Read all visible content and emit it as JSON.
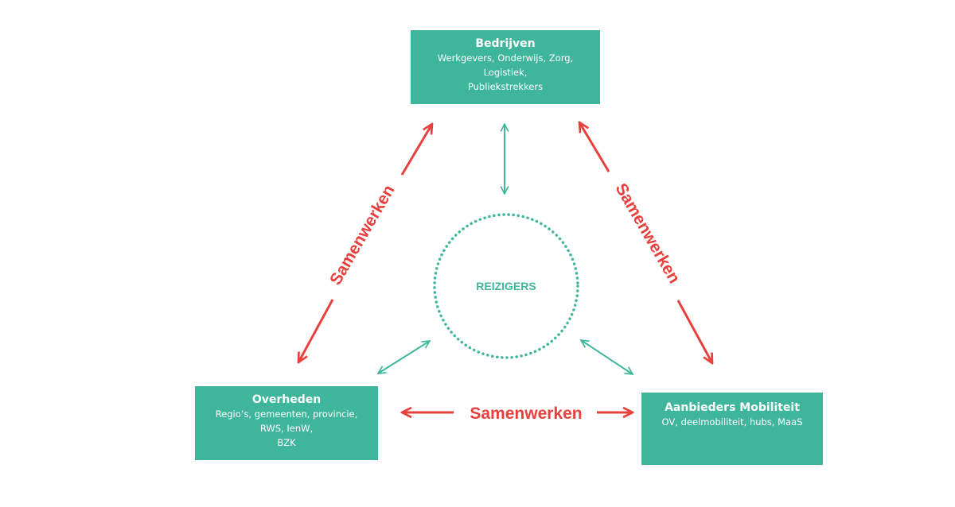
{
  "colors": {
    "accent": "#3fb69b",
    "relation": "#e8413d"
  },
  "nodes": {
    "bedrijven": {
      "title": "Bedrijven",
      "lines": [
        "Werkgevers, Onderwijs, Zorg,",
        "Logistiek,",
        "Publiekstrekkers"
      ]
    },
    "overheden": {
      "title": "Overheden",
      "lines": [
        "Regio’s, gemeenten, provincie,",
        "RWS, IenW,",
        "BZK"
      ]
    },
    "aanbieders": {
      "title": "Aanbieders Mobiliteit",
      "lines": [
        "OV, deelmobiliteit, hubs, MaaS"
      ]
    }
  },
  "center": {
    "label": "REIZIGERS"
  },
  "edges": {
    "left": "Samenwerken",
    "right": "Samenwerken",
    "bottom": "Samenwerken"
  }
}
